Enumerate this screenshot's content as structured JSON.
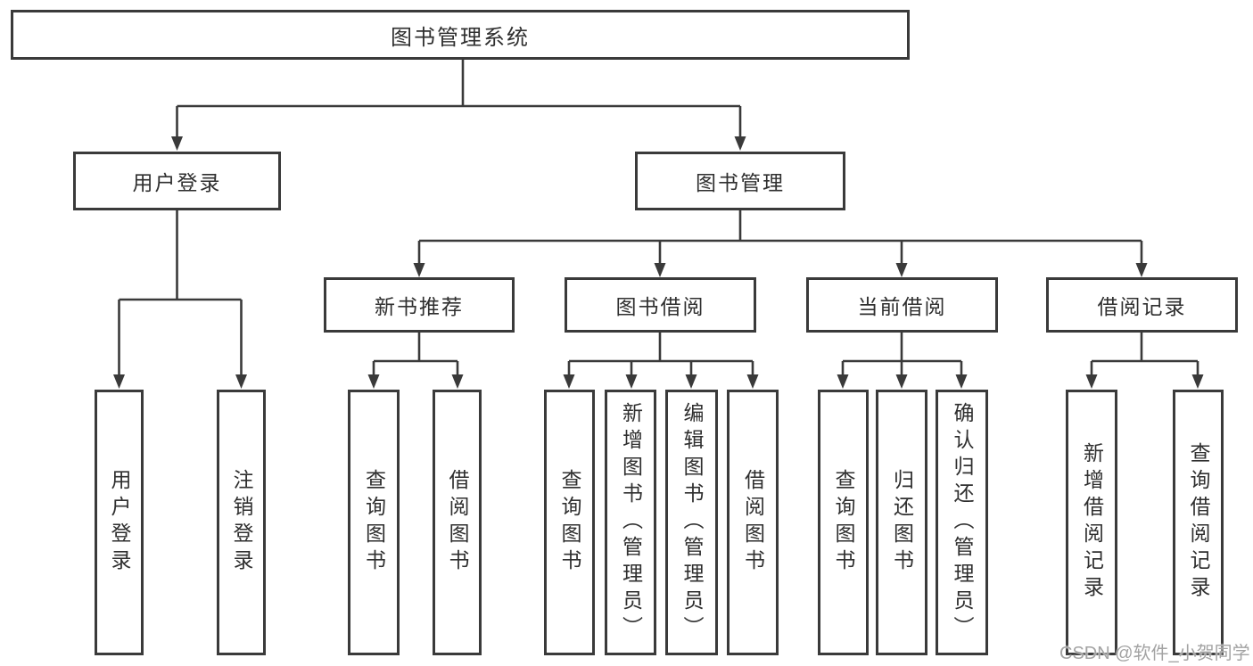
{
  "nodes": {
    "root": "图书管理系统",
    "level2": [
      "用户登录",
      "图书管理"
    ],
    "level3": [
      "新书推荐",
      "图书借阅",
      "当前借阅",
      "借阅记录"
    ],
    "leaves": [
      "用户登录",
      "注销登录",
      "查询图书",
      "借阅图书",
      "查询图书",
      "新增图书（管理员）",
      "编辑图书（管理员）",
      "借阅图书",
      "查询图书",
      "归还图书",
      "确认归还（管理员）",
      "新增借阅记录",
      "查询借阅记录"
    ],
    "watermark": "CSDN @软件_小贺同学"
  },
  "colors": {
    "line": "#3a3a3a",
    "text": "#2f2f2f",
    "watermark": "#a3a3a3",
    "background": "#ffffff"
  }
}
